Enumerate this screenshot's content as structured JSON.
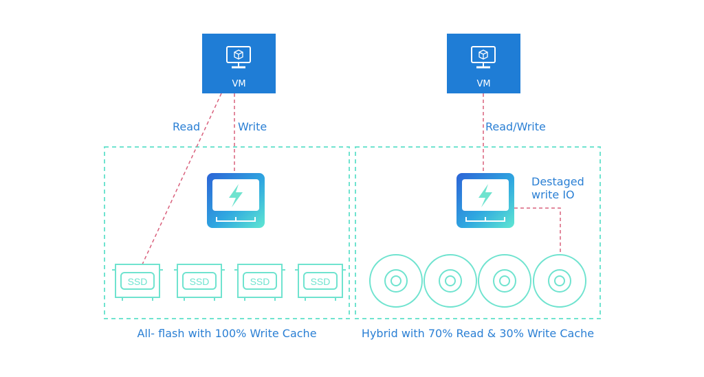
{
  "left": {
    "vm_label": "VM",
    "read_label": "Read",
    "write_label": "Write",
    "ssd_labels": [
      "SSD",
      "SSD",
      "SSD",
      "SSD"
    ],
    "caption": "All- flash with 100% Write Cache"
  },
  "right": {
    "vm_label": "VM",
    "rw_label": "Read/Write",
    "destaged_line1": "Destaged",
    "destaged_line2": "write IO",
    "caption": "Hybrid with 70% Read & 30% Write Cache"
  },
  "colors": {
    "vm_blue": "#1f7dd6",
    "text_blue": "#2a7fd4",
    "teal": "#6fe3cf",
    "dashed_pink": "#d9607c"
  },
  "icons": [
    "monitor-icon",
    "cache-ssd-icon",
    "ssd-module-icon",
    "hard-disk-icon"
  ]
}
